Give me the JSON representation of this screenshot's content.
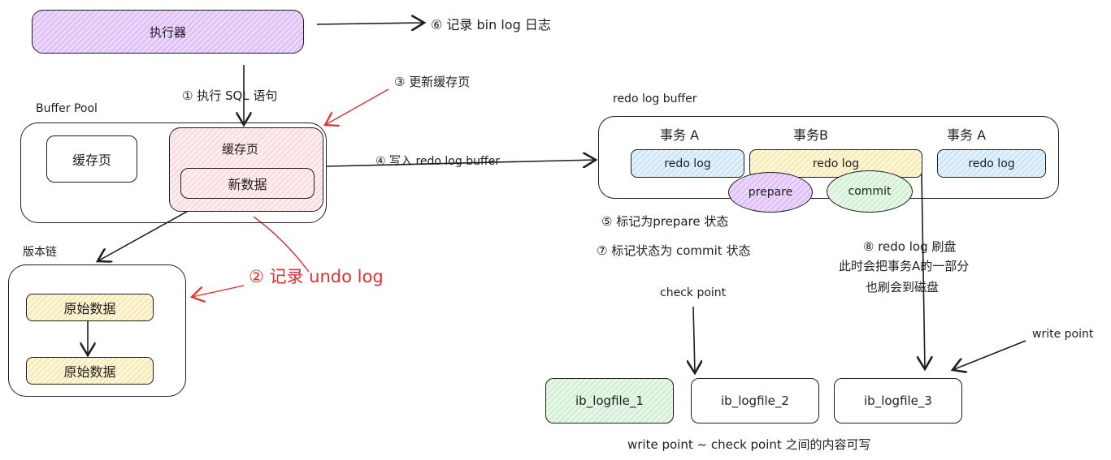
{
  "executor": {
    "label": "执行器"
  },
  "binlog": {
    "label": "⑥ 记录 bin log 日志"
  },
  "step1": {
    "label": "① 执行 SQL 语句"
  },
  "step3": {
    "label": "③ 更新缓存页"
  },
  "buffer_pool": {
    "title": "Buffer Pool",
    "cache_page_left": "缓存页",
    "cache_page_right": "缓存页",
    "new_data": "新数据"
  },
  "step4": {
    "label": "④ 写入 redo log buffer"
  },
  "step2": {
    "label": "② 记录 undo log"
  },
  "version_chain": {
    "title": "版本链",
    "item1": "原始数据",
    "item2": "原始数据"
  },
  "redo_buffer": {
    "title": "redo log buffer",
    "tx_a_left": "事务 A",
    "tx_b": "事务B",
    "tx_a_right": "事务 A",
    "redo_left": "redo log",
    "redo_mid": "redo log",
    "redo_right": "redo log",
    "prepare": "prepare",
    "commit": "commit"
  },
  "step5": {
    "label": "⑤ 标记为prepare 状态"
  },
  "step7": {
    "label": "⑦ 标记状态为 commit 状态"
  },
  "step8": {
    "line1": "⑧    redo log 刷盘",
    "line2": "此时会把事务A的一部分",
    "line3": "也刷会到磁盘"
  },
  "check_point": {
    "label": "check point"
  },
  "write_point": {
    "label": "write point"
  },
  "logfiles": {
    "f1": "ib_logfile_1",
    "f2": "ib_logfile_2",
    "f3": "ib_logfile_3"
  },
  "footer": {
    "label": "write point ~ check point 之间的内容可写"
  },
  "colors": {
    "red": "#e03131",
    "purple": "#dcbcf6",
    "pink": "#fad8dd",
    "yellow": "#f6e8b2",
    "blue": "#c8e3f8",
    "green": "#cfeed0"
  }
}
